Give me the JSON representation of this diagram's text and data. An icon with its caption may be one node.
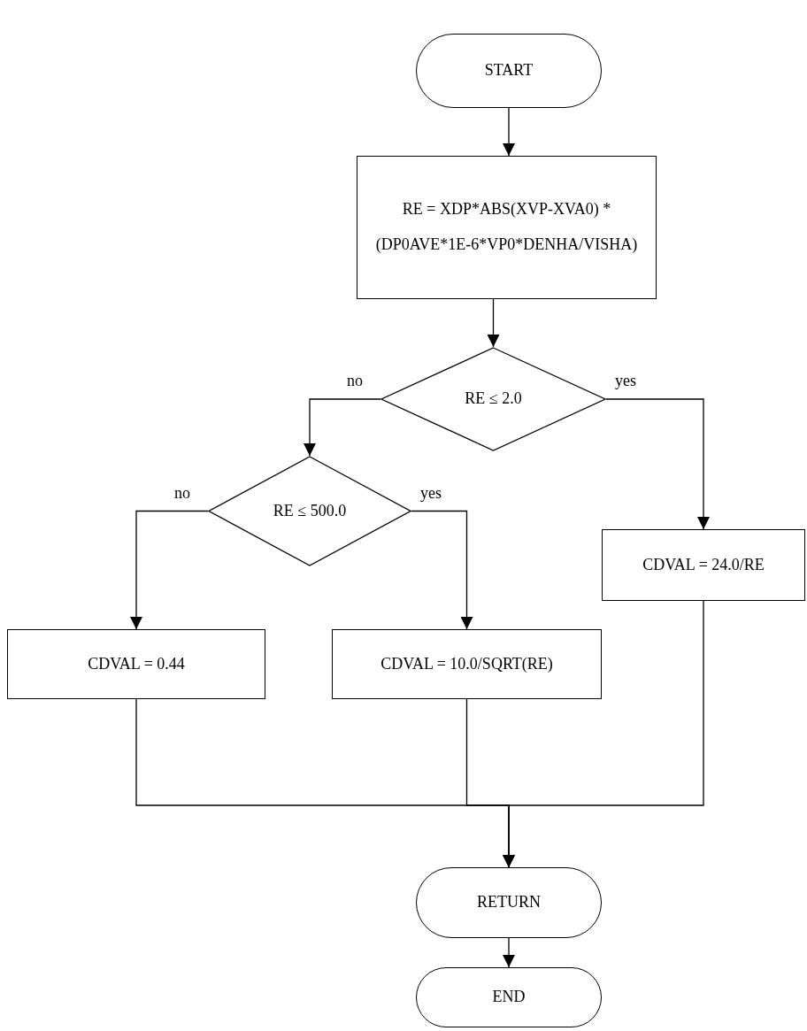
{
  "diagram": {
    "nodes": [
      {
        "text": [
          "START"
        ]
      },
      {
        "text": [
          "RE = XDP*ABS(XVP-XVA0) * (DP0AVE*1E-6*VP0*DENHA/VISHA)"
        ]
      },
      {
        "text": [
          "RE ≤ 2.0"
        ]
      },
      {
        "text": [
          "RE ≤ 500.0"
        ]
      },
      {
        "text": [
          "CDVAL = 24.0/RE"
        ]
      },
      {
        "text": [
          "CDVAL = 0.44"
        ]
      },
      {
        "text": [
          "CDVAL = 10.0/SQRT(RE)"
        ]
      },
      {
        "text": [
          "RETURN"
        ]
      },
      {
        "text": [
          "END"
        ]
      }
    ],
    "edges": [
      {
        "from": 0,
        "to": 1,
        "arrow": "to"
      },
      {
        "from": 1,
        "to": 2,
        "arrow": "to"
      },
      {
        "from": 2,
        "to": 3,
        "arrow": "to",
        "label": "no"
      },
      {
        "from": 2,
        "to": 4,
        "arrow": "to",
        "label": "yes"
      },
      {
        "from": 3,
        "to": 5,
        "arrow": "to",
        "label": "no"
      },
      {
        "from": 3,
        "to": 6,
        "arrow": "to",
        "label": "yes"
      },
      {
        "from": 5,
        "to": 7,
        "arrow": "to"
      },
      {
        "from": 6,
        "to": 7,
        "arrow": "to"
      },
      {
        "from": 4,
        "to": 7,
        "arrow": "to"
      },
      {
        "from": 7,
        "to": 8,
        "arrow": "to"
      }
    ]
  }
}
